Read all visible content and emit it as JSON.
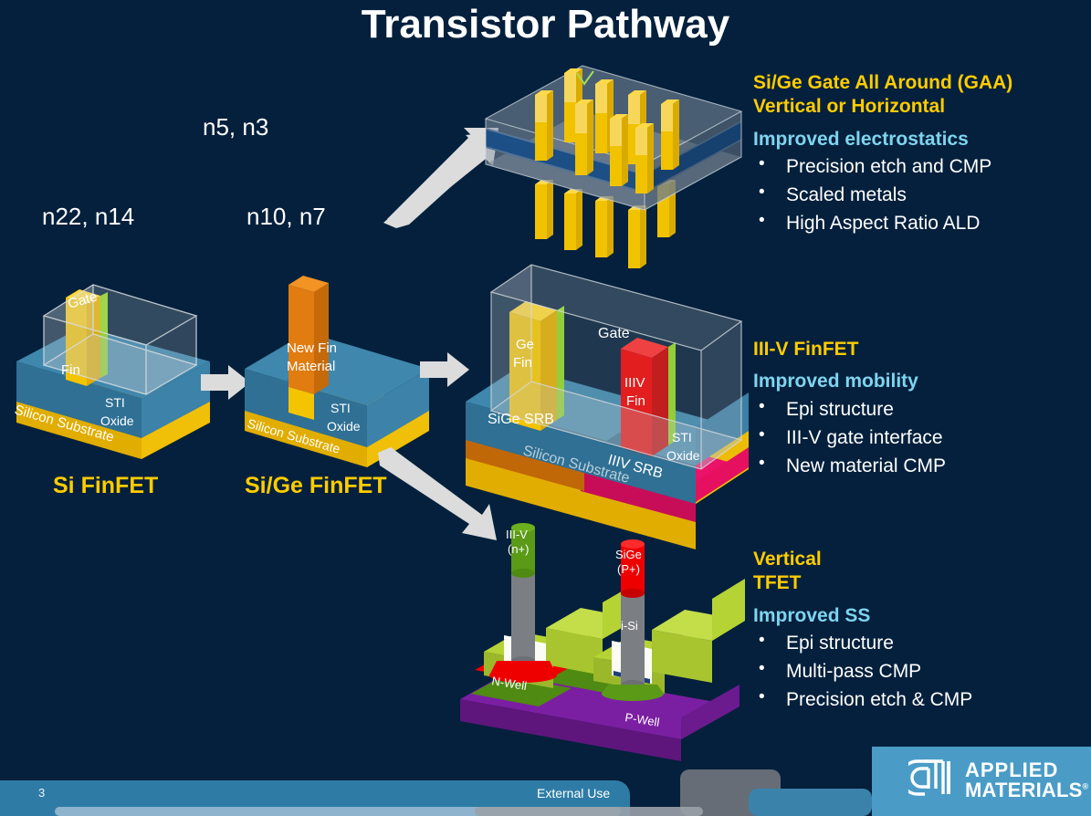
{
  "slide": {
    "title": "Transistor Pathway",
    "background_color": "#04203c"
  },
  "colors": {
    "title_text": "#ffffff",
    "heading_yellow": "#ffcc00",
    "subheading_cyan": "#7fd4ef",
    "body_white": "#ffffff",
    "arrow_gray": "#dcdcdc",
    "footer_teal": "#2d7ba5",
    "logo_band": "#4a9cc7"
  },
  "nodes": [
    {
      "label": "n22, n14"
    },
    {
      "label": "n10, n7"
    },
    {
      "label": "n5, n3"
    }
  ],
  "stages": [
    {
      "caption": "Si FinFET",
      "labels": {
        "gate": "Gate",
        "fin": "Fin",
        "sti": "STI",
        "oxide": "Oxide",
        "substrate": "Silicon Substrate"
      }
    },
    {
      "caption": "Si/Ge FinFET",
      "labels": {
        "fin_a": "New Fin",
        "fin_b": "Material",
        "sti": "STI",
        "oxide": "Oxide",
        "substrate": "Silicon Substrate"
      }
    }
  ],
  "figures": {
    "gaa": {
      "name": "Gate All Around device"
    },
    "iiiv_finfet": {
      "labels": {
        "ge_fin_a": "Ge",
        "ge_fin_b": "Fin",
        "gate": "Gate",
        "iiiv_fin_a": "IIIV",
        "iiiv_fin_b": "Fin",
        "sige_srb": "SiGe SRB",
        "iiiv_srb": "IIIV SRB",
        "sti": "STI",
        "oxide": "Oxide",
        "substrate": "Silicon Substrate"
      }
    },
    "tfet": {
      "labels": {
        "iiiv_a": "III-V",
        "iiiv_b": "(n+)",
        "sige_a": "SiGe",
        "sige_b": "(P+)",
        "isi": "i-Si",
        "nwell": "N-Well",
        "pwell": "P-Well"
      }
    }
  },
  "panels": [
    {
      "title_line1": "Si/Ge Gate All Around (GAA)",
      "title_line2": "Vertical or Horizontal",
      "subtitle": "Improved electrostatics",
      "bullets": [
        "Precision etch and CMP",
        "Scaled metals",
        "High Aspect Ratio ALD"
      ]
    },
    {
      "title_line1": "III-V FinFET",
      "title_line2": "",
      "subtitle": "Improved mobility",
      "bullets": [
        "Epi structure",
        "III-V gate interface",
        "New material CMP"
      ]
    },
    {
      "title_line1": "Vertical",
      "title_line2": "TFET",
      "subtitle": "Improved SS",
      "bullets": [
        "Epi structure",
        "Multi-pass CMP",
        "Precision etch & CMP"
      ]
    }
  ],
  "footer": {
    "page_number": "3",
    "external_use": "External Use",
    "logo_line1": "APPLIED",
    "logo_line2": "MATERIALS",
    "registered_mark": "®"
  }
}
